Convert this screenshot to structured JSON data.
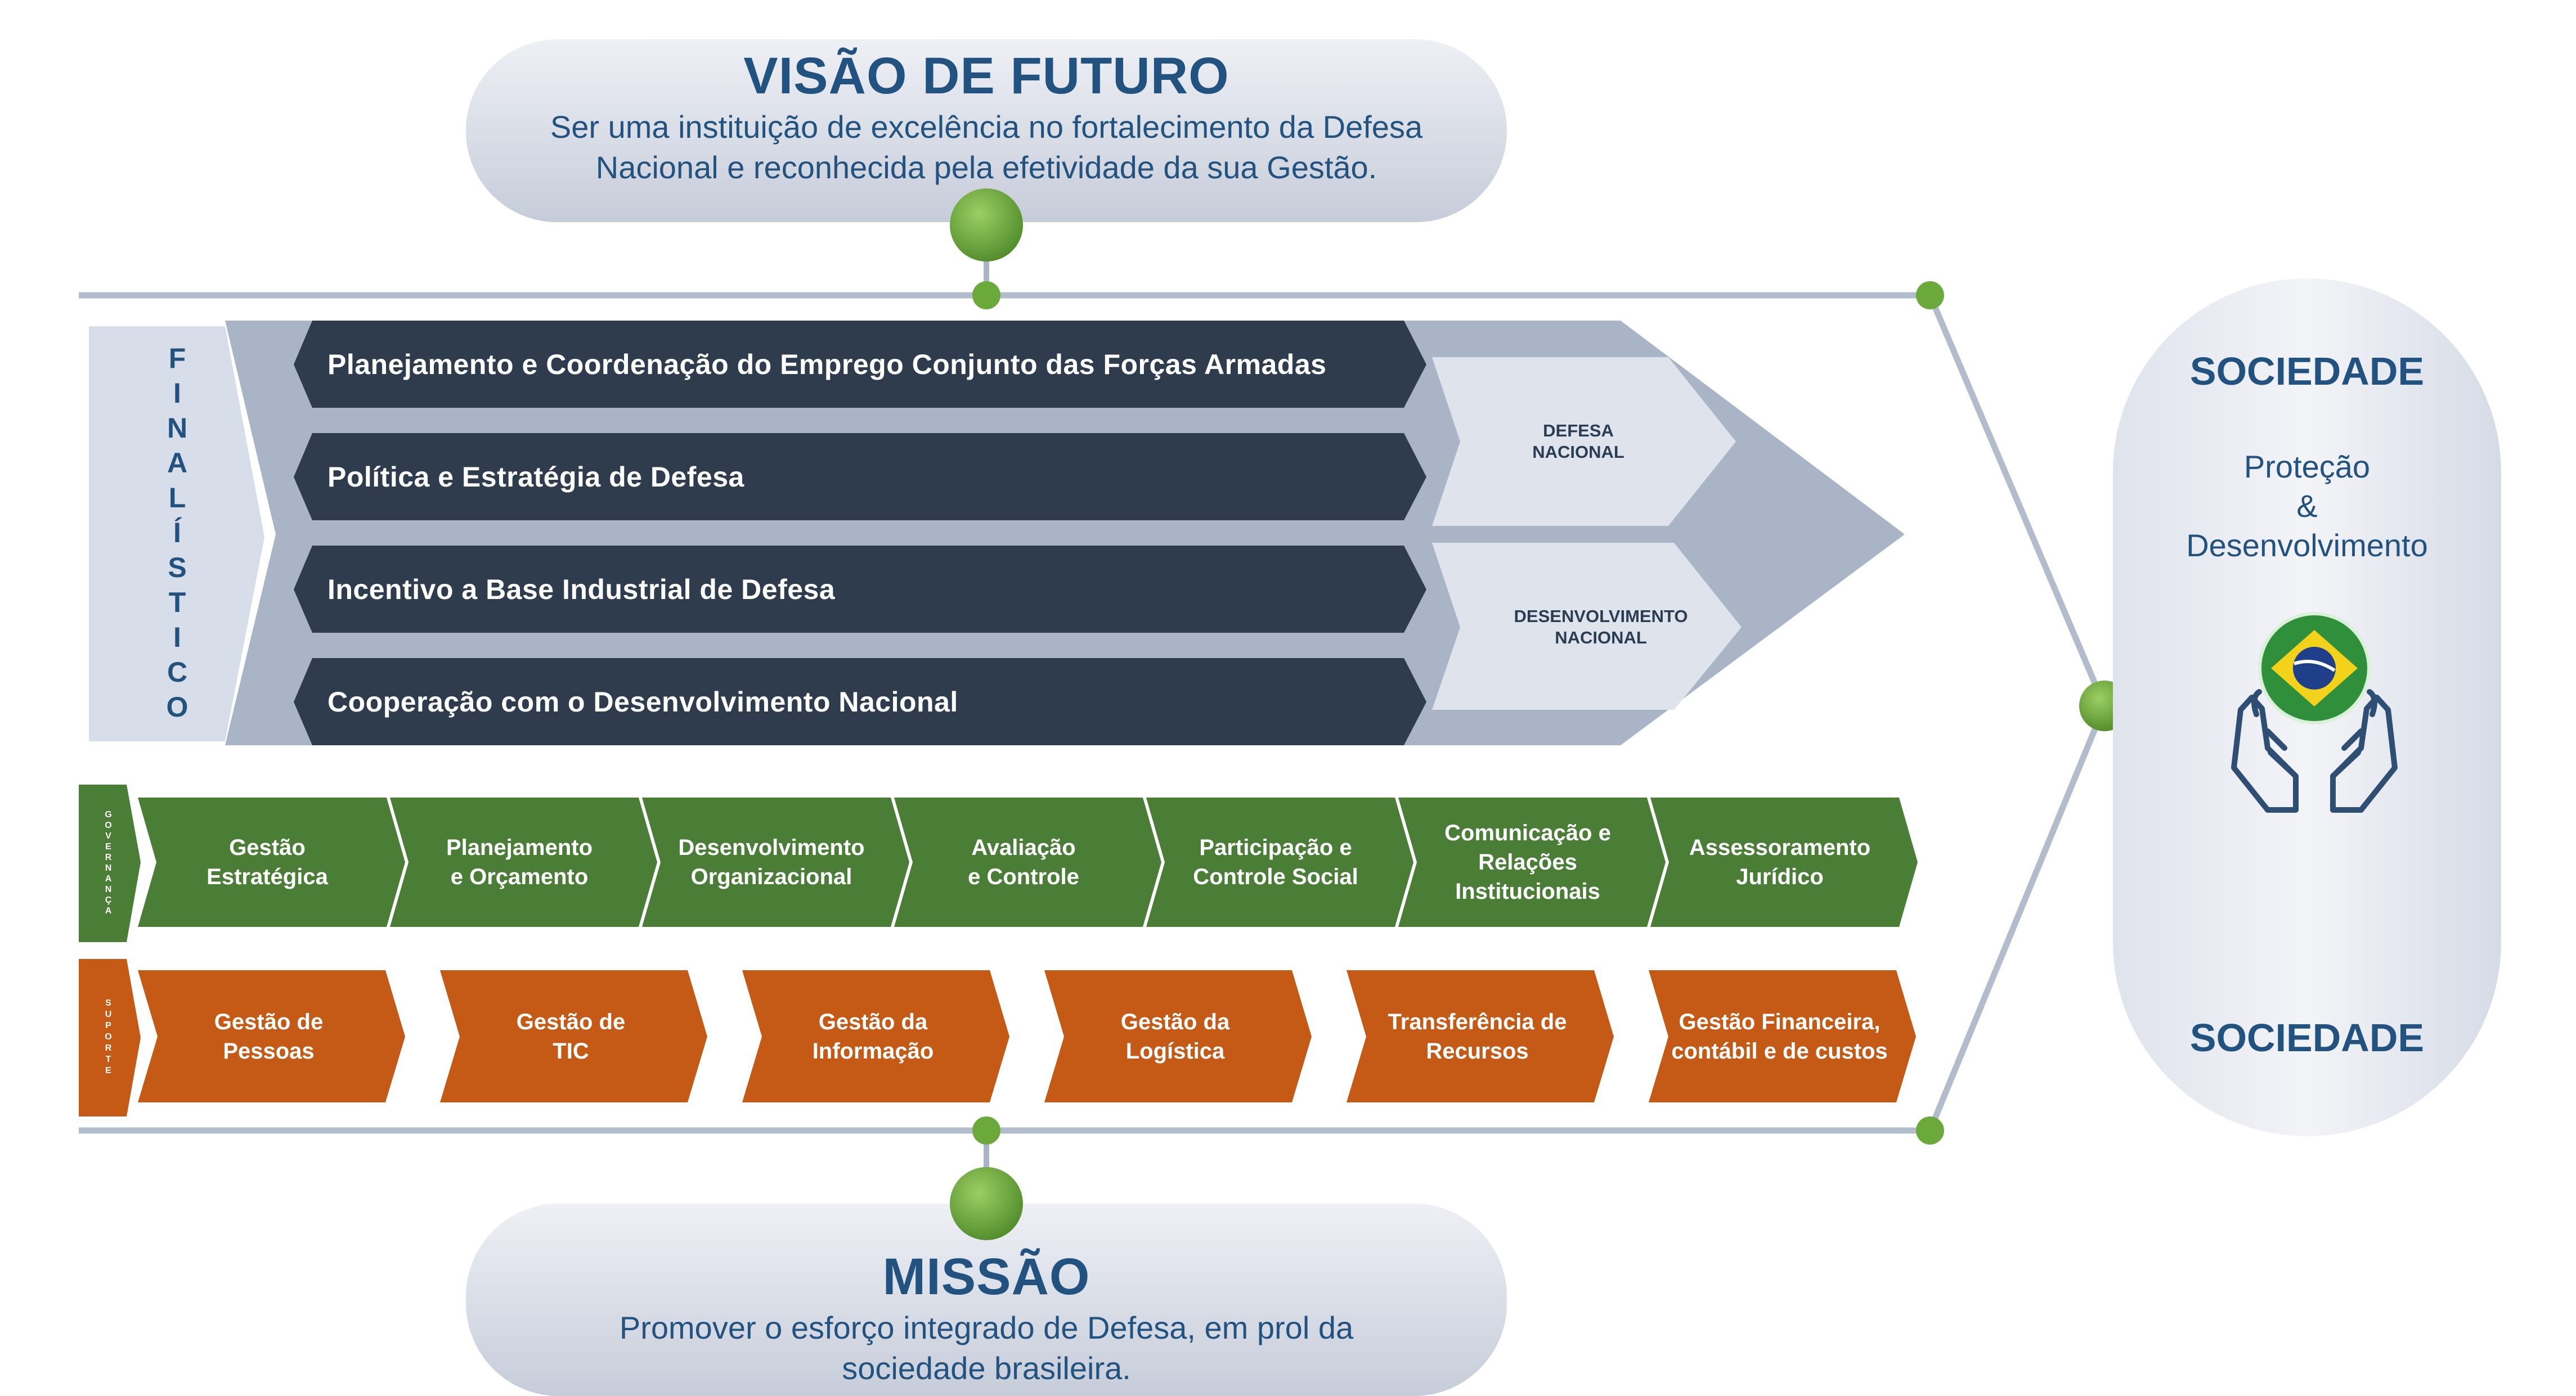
{
  "vision": {
    "title": "VISÃO DE FUTURO",
    "text_line1": "Ser uma instituição de excelência no fortalecimento da Defesa",
    "text_line2": "Nacional e reconhecida pela efetividade da sua Gestão."
  },
  "mission": {
    "title": "MISSÃO",
    "text_line1": "Promover o esforço integrado de Defesa, em prol da",
    "text_line2": "sociedade brasileira."
  },
  "finalistico": {
    "label": "FINALÍSTICO",
    "processes": [
      "Planejamento e Coordenação do Emprego Conjunto das Forças Armadas",
      "Política e Estratégia de Defesa",
      "Incentivo a Base Industrial de Defesa",
      "Cooperação com o Desenvolvimento Nacional"
    ],
    "outcomes": [
      {
        "line1": "DEFESA",
        "line2": "NACIONAL"
      },
      {
        "line1": "DESENVOLVIMENTO",
        "line2": "NACIONAL"
      }
    ]
  },
  "governanca": {
    "label": "GOVERNANÇA",
    "processes": [
      {
        "line1": "Gestão",
        "line2": "Estratégica",
        "line3": ""
      },
      {
        "line1": "Planejamento",
        "line2": "e Orçamento",
        "line3": ""
      },
      {
        "line1": "Desenvolvimento",
        "line2": "Organizacional",
        "line3": ""
      },
      {
        "line1": "Avaliação",
        "line2": "e Controle",
        "line3": ""
      },
      {
        "line1": "Participação e",
        "line2": "Controle Social",
        "line3": ""
      },
      {
        "line1": "Comunicação e",
        "line2": "Relações",
        "line3": "Institucionais"
      },
      {
        "line1": "Assessoramento",
        "line2": "Jurídico",
        "line3": ""
      }
    ]
  },
  "suporte": {
    "label": "SUPORTE",
    "processes": [
      {
        "line1": "Gestão de",
        "line2": "Pessoas"
      },
      {
        "line1": "Gestão de",
        "line2": "TIC"
      },
      {
        "line1": "Gestão da",
        "line2": "Informação"
      },
      {
        "line1": "Gestão da",
        "line2": "Logística"
      },
      {
        "line1": "Transferência de",
        "line2": "Recursos"
      },
      {
        "line1": "Gestão Financeira,",
        "line2": "contábil e de custos"
      }
    ]
  },
  "sociedade": {
    "title_top": "SOCIEDADE",
    "text_line1": "Proteção",
    "text_line2": "&",
    "text_line3": "Desenvolvimento",
    "title_bottom": "SOCIEDADE",
    "icon": "hands-holding-brazil-flag-icon"
  },
  "colors": {
    "navy": "#2f3c4e",
    "green": "#4a7d35",
    "orange": "#c55a17",
    "title_blue": "#22527f",
    "frame": "#aab4c8",
    "node_green": "#6aa93a"
  }
}
